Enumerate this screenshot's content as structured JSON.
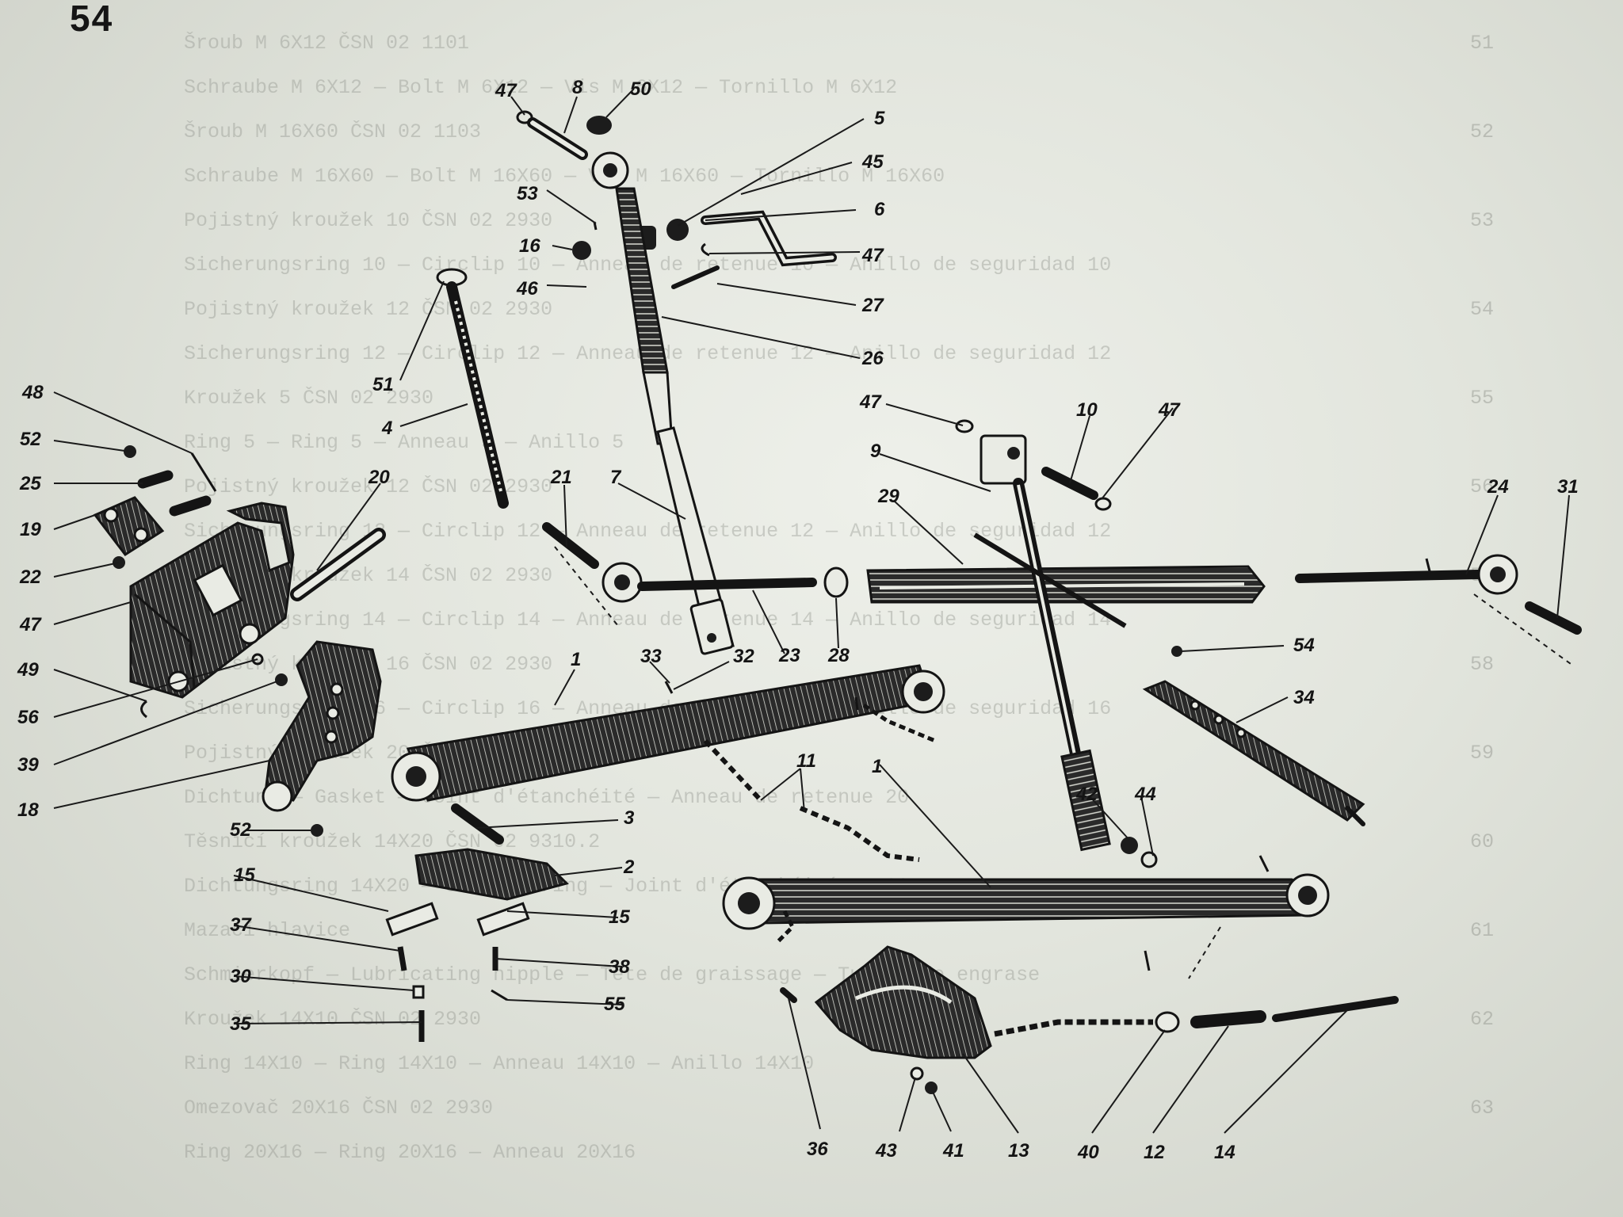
{
  "page_number": "54",
  "callouts": [
    {
      "id": "c47a",
      "label": "47"
    },
    {
      "id": "c8",
      "label": "8"
    },
    {
      "id": "c50",
      "label": "50"
    },
    {
      "id": "c5",
      "label": "5"
    },
    {
      "id": "c45",
      "label": "45"
    },
    {
      "id": "c53",
      "label": "53"
    },
    {
      "id": "c6",
      "label": "6"
    },
    {
      "id": "c16",
      "label": "16"
    },
    {
      "id": "c47b",
      "label": "47"
    },
    {
      "id": "c46",
      "label": "46"
    },
    {
      "id": "c27",
      "label": "27"
    },
    {
      "id": "c26",
      "label": "26"
    },
    {
      "id": "c51",
      "label": "51"
    },
    {
      "id": "c4",
      "label": "4"
    },
    {
      "id": "c48",
      "label": "48"
    },
    {
      "id": "c52a",
      "label": "52"
    },
    {
      "id": "c25",
      "label": "25"
    },
    {
      "id": "c19",
      "label": "19"
    },
    {
      "id": "c22",
      "label": "22"
    },
    {
      "id": "c47c",
      "label": "47"
    },
    {
      "id": "c20",
      "label": "20"
    },
    {
      "id": "c49",
      "label": "49"
    },
    {
      "id": "c56",
      "label": "56"
    },
    {
      "id": "c39",
      "label": "39"
    },
    {
      "id": "c18",
      "label": "18"
    },
    {
      "id": "c21",
      "label": "21"
    },
    {
      "id": "c7",
      "label": "7"
    },
    {
      "id": "c23",
      "label": "23"
    },
    {
      "id": "c28",
      "label": "28"
    },
    {
      "id": "c33",
      "label": "33"
    },
    {
      "id": "c32",
      "label": "32"
    },
    {
      "id": "c1a",
      "label": "1"
    },
    {
      "id": "c47d",
      "label": "47"
    },
    {
      "id": "c9",
      "label": "9"
    },
    {
      "id": "c10",
      "label": "10"
    },
    {
      "id": "c47e",
      "label": "47"
    },
    {
      "id": "c29",
      "label": "29"
    },
    {
      "id": "c24",
      "label": "24"
    },
    {
      "id": "c31",
      "label": "31"
    },
    {
      "id": "c54",
      "label": "54"
    },
    {
      "id": "c34",
      "label": "34"
    },
    {
      "id": "c11",
      "label": "11"
    },
    {
      "id": "c1b",
      "label": "1"
    },
    {
      "id": "c42",
      "label": "42"
    },
    {
      "id": "c44",
      "label": "44"
    },
    {
      "id": "c3",
      "label": "3"
    },
    {
      "id": "c2",
      "label": "2"
    },
    {
      "id": "c52b",
      "label": "52"
    },
    {
      "id": "c15a",
      "label": "15"
    },
    {
      "id": "c15b",
      "label": "15"
    },
    {
      "id": "c37",
      "label": "37"
    },
    {
      "id": "c38",
      "label": "38"
    },
    {
      "id": "c30",
      "label": "30"
    },
    {
      "id": "c55",
      "label": "55"
    },
    {
      "id": "c35",
      "label": "35"
    },
    {
      "id": "c36",
      "label": "36"
    },
    {
      "id": "c43",
      "label": "43"
    },
    {
      "id": "c41",
      "label": "41"
    },
    {
      "id": "c13",
      "label": "13"
    },
    {
      "id": "c40",
      "label": "40"
    },
    {
      "id": "c12",
      "label": "12"
    },
    {
      "id": "c14",
      "label": "14"
    }
  ],
  "show_through_text": [
    "Šroub M 6X12 ČSN 02 1101",
    "Schraube M 6X12 — Bolt M 6X12 — Vis M 6X12 — Tornillo M 6X12",
    "Šroub M 16X60 ČSN 02 1103",
    "Schraube M 16X60 — Bolt M 16X60 — Vis M 16X60 — Tornillo M 16X60",
    "Pojistný kroužek 10 ČSN 02 2930",
    "Sicherungsring 10 — Circlip 10 — Anneau de retenue 10 — Anillo de seguridad 10",
    "Pojistný kroužek 12 ČSN 02 2930",
    "Sicherungsring 12 — Circlip 12 — Anneau de retenue 12 — Anillo de seguridad 12",
    "Kroužek 5 ČSN 02 2930",
    "Ring 5 — Ring 5 — Anneau 5 — Anillo 5",
    "Pojistný kroužek 12 ČSN 02 2930",
    "Sicherungsring 12 — Circlip 12 — Anneau de retenue 12 — Anillo de seguridad 12",
    "Pojistný kroužek 14 ČSN 02 2930",
    "Sicherungsring 14 — Circlip 14 — Anneau de retenue 14 — Anillo de seguridad 14",
    "Pojistný kroužek 16 ČSN 02 2930",
    "Sicherungsring 16 — Circlip 16 — Anneau de retenue 16 — Anillo de seguridad 16",
    "Pojistný kroužek 20 ČSN 02 2930",
    "Dichtung — Gasket — Joint d'étanchéité — Anneau de retenue 20",
    "Těsnicí kroužek 14X20 ČSN 02 9310.2",
    "Dichtungsring 14X20 — Sealing ring — Joint d'étanchéité 14X20",
    "Mazací hlavice",
    "Schmierkopf — Lubricating nipple — Tête de graissage — Tubera de engrase",
    "Kroužek 14X10 ČSN 02 2930",
    "Ring 14X10 — Ring 14X10 — Anneau 14X10 — Anillo 14X10",
    "Omezovač 20X16 ČSN 02 2930",
    "Ring 20X16 — Ring 20X16 — Anneau 20X16"
  ],
  "show_through_numbers": [
    "51",
    "52",
    "53",
    "54",
    "55",
    "56",
    "57",
    "58",
    "59",
    "60",
    "61",
    "62",
    "63"
  ]
}
